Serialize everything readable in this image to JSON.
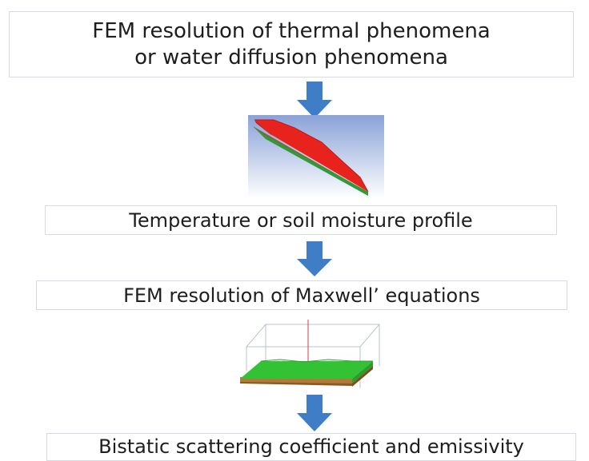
{
  "steps": [
    {
      "line1": "FEM resolution of thermal phenomena",
      "line2": "or water diffusion phenomena"
    },
    {
      "text": "Temperature or soil moisture profile"
    },
    {
      "text": "FEM resolution of Maxwell’ equations"
    },
    {
      "text": "Bistatic scattering coefficient and emissivity"
    }
  ],
  "colors": {
    "arrow": "#3f7ec6",
    "box_border": "#d5dbe3",
    "surface_red": "#e8231e",
    "surface_green": "#33c233"
  },
  "icons": {
    "arrows": "down-arrow-icon",
    "figure1": "thermal-fem-surface-icon",
    "figure2": "maxwell-fem-surface-icon"
  }
}
